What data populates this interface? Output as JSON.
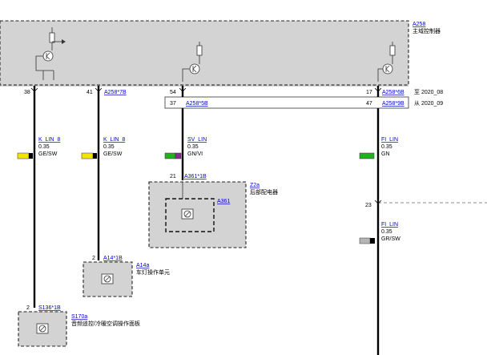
{
  "header": {
    "module_ref": "A258",
    "module_name": "主域控制器",
    "until_label": "至 2020_08",
    "from_label": "从 2020_09"
  },
  "pins": {
    "p38": "38",
    "p41": "41",
    "p54": "54",
    "p17": "17",
    "p37": "37",
    "p47": "47",
    "p21": "21",
    "p23": "23",
    "p2a": "2",
    "p2b": "2"
  },
  "connectors": {
    "a258_7b": "A258*7B",
    "a258_6b": "A258*6B",
    "a258_5b": "A258*5B",
    "a258_9b": "A258*9B",
    "a361_1b": "A361*1B",
    "a14_1b": "A14*1B",
    "s136_1b": "S136*1B"
  },
  "wires": {
    "w1": {
      "name": "K_LIN_8",
      "gauge": "0.35",
      "color": "GE/SW"
    },
    "w2": {
      "name": "K_LIN_8",
      "gauge": "0.35",
      "color": "GE/SW"
    },
    "w3": {
      "name": "SV_LIN",
      "gauge": "0.35",
      "color": "GN/VI"
    },
    "w4": {
      "name": "FI_LIN",
      "gauge": "0.35",
      "color": "GN"
    },
    "w5": {
      "name": "FI_LIN",
      "gauge": "0.35",
      "color": "GR/SW"
    }
  },
  "components": {
    "z2a": {
      "ref": "Z2a",
      "name": "后部配电器",
      "inner_ref": "A361"
    },
    "a14a": {
      "ref": "A14a",
      "name": "车灯操作单元"
    },
    "s170a": {
      "ref": "S170a",
      "name": "音频遥控/冷暖空调操作面板"
    }
  },
  "colors": {
    "yellow": "#f2e600",
    "green": "#22b022",
    "violet": "#8a2b8f",
    "gray": "#b5b5b5",
    "black": "#000000"
  }
}
